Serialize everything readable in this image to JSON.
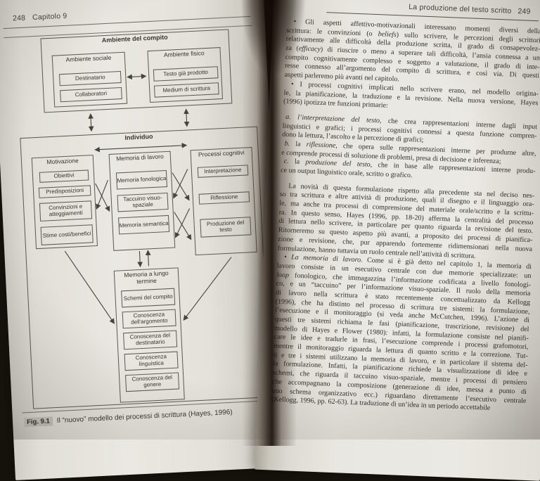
{
  "colors": {
    "background": "#16130d",
    "paper": "#e9e7e1",
    "ink": "#2f2d28",
    "diagram_line": "#5a5850",
    "caption_chip": "#c7c5bf"
  },
  "left_page": {
    "header": {
      "page_number": "248",
      "chapter": "Capitolo 9"
    },
    "figure": {
      "caption_tag": "Fig. 9.1",
      "caption_text": "Il “nuovo” modello dei processi di scrittura (Hayes, 1996)",
      "diagram": {
        "task_environment": {
          "title": "Ambiente del compito",
          "social": {
            "title": "Ambiente sociale",
            "items": [
              "Destinatario",
              "Collaboratori"
            ]
          },
          "physical": {
            "title": "Ambiente fisico",
            "items": [
              "Testo già prodotto",
              "Medium di scrittura"
            ]
          }
        },
        "individual": {
          "title": "Individuo",
          "motivation": {
            "title": "Motivazione",
            "items": [
              "Obiettivi",
              "Predisposizioni",
              "Convinzioni e atteggiamenti",
              "Stime costi/benefici"
            ]
          },
          "working_memory": {
            "title": "Memoria di lavoro",
            "items": [
              "Memoria fonologica",
              "Taccuino visuo-spaziale",
              "Memoria semantica"
            ]
          },
          "cognitive_processes": {
            "title": "Processi cognitivi",
            "items": [
              "Interpretazione",
              "Riflessione",
              "Produzione del testo"
            ]
          },
          "long_term_memory": {
            "title": "Memoria a lungo termine",
            "items": [
              "Schemi del compito",
              "Conoscenza dell'argomento",
              "Conoscenza del destinatario",
              "Conoscenza linguistica",
              "Conoscenza del genere"
            ]
          }
        }
      }
    }
  },
  "right_page": {
    "header": {
      "title": "La produzione del testo scritto",
      "page_number": "249"
    },
    "paragraphs": [
      {
        "kind": "bullet",
        "gap_before": false,
        "lines": [
          "• Gli aspetti affettivo-motivazionali interessano momenti diversi della",
          "scrittura: le convinzioni (o *beliefs*) sullo scrivere, le percezioni degli scrittori",
          "relativamente alle difficoltà della produzione scritta, il grado di consapevolez-",
          "za (*efficacy*) di riuscire o meno a superare tali difficoltà, l’ansia connessa a un",
          "compito cognitivamente complesso e soggetto a valutazione, il grado di inte-",
          "resse connesso all’argomento del compito di scrittura, e così via. Di questi",
          "aspetti parleremo più avanti nel capitolo."
        ]
      },
      {
        "kind": "bullet",
        "gap_before": false,
        "lines": [
          "• I processi cognitivi implicati nello scrivere erano, nel modello origina-",
          "le, la pianificazione, la traduzione e la revisione. Nella nuova versione, Hayes",
          "(1996) ipotizza tre funzioni primarie:"
        ]
      },
      {
        "kind": "list",
        "gap_before": true,
        "lines": [
          "*a.* *l’interpretazione del testo*, che crea rappresentazioni interne dagli input",
          "linguistici e grafici; i processi cognitivi connessi a questa funzione compren-",
          "dono la lettura, l’ascolto e la percezione di grafici;"
        ]
      },
      {
        "kind": "list",
        "gap_before": false,
        "lines": [
          "*b.* la *riflessione*, che opera sulle rappresentazioni interne per produrne altre,",
          "e comprende processi di soluzione di problemi, presa di decisione e inferenza;"
        ]
      },
      {
        "kind": "list",
        "gap_before": false,
        "lines": [
          "*c.* la *produzione del testo*, che in base alle rappresentazioni interne produ-",
          "ce un output linguistico orale, scritto o grafico."
        ]
      },
      {
        "kind": "body",
        "gap_before": true,
        "lines": [
          "La novità di questa formulazione rispetto alla precedente sta nel deciso nes-",
          "so tra scrittura e altre attività di produzione, quali il disegno e il linguaggio ora-",
          "le, ma anche tra processi di comprensione del materiale orale/scritto e la scrittu-",
          "ra. In questo senso, Hayes (1996, pp. 18-20) afferma la centralità del processo",
          "di lettura nello scrivere, in particolare per quanto riguarda la revisione del testo.",
          "Ritorneremo su questo aspetto più avanti, a proposito dei processi di pianifica-",
          "zione e revisione, che, pur apparendo fortemente ridimensionati nella nuova",
          "formulazione, hanno tuttavia un ruolo centrale nell’attività di scrittura."
        ]
      },
      {
        "kind": "bullet",
        "gap_before": false,
        "lines": [
          "• *La memoria di lavoro.* Come si è già detto nel capitolo 1, la memoria di",
          "lavoro consiste in un esecutivo centrale con due memorie specializzate: un",
          "*loop* fonologico, che immagazzina l’informazione codificata a livello fonologi-",
          "co, e un “taccuino” per l’informazione visuo-spaziale. Il ruolo della memoria",
          "di lavoro nella scrittura è stato recentemente concettualizzato da Kellogg",
          "(1996), che ha distinto nel processo di scrittura tre sistemi: la formulazione,",
          "l’esecuzione e il monitoraggio (si veda anche McCutchen, 1996). L’azione di",
          "questi tre sistemi richiama le fasi (pianificazione, trascrizione, revisione) del",
          "modello di Hayes e Flower (1980): infatti, la formulazione consiste nel pianifi-",
          "care le idee e tradurle in frasi, l’esecuzione comprende i processi grafomotori,",
          "mentre il monitoraggio riguarda la lettura di quanto scritto e la correzione. Tut-",
          "ti e tre i sistemi utilizzano la memoria di lavoro, e in particolare il sistema del-",
          "la formulazione. Infatti, la pianificazione richiede la visualizzazione di idee e",
          "schemi, che riguarda il taccuino visuo-spaziale, mentre i processi di pensiero",
          "che accompagnano la composizione (generazione di idee, messa a punto di",
          "uno schema organizzativo ecc.) riguardano direttamente l’esecutivo centrale",
          "(Kellogg, 1996, pp. 62-63). La traduzione di un’idea in un periodo accettabile"
        ]
      }
    ]
  }
}
